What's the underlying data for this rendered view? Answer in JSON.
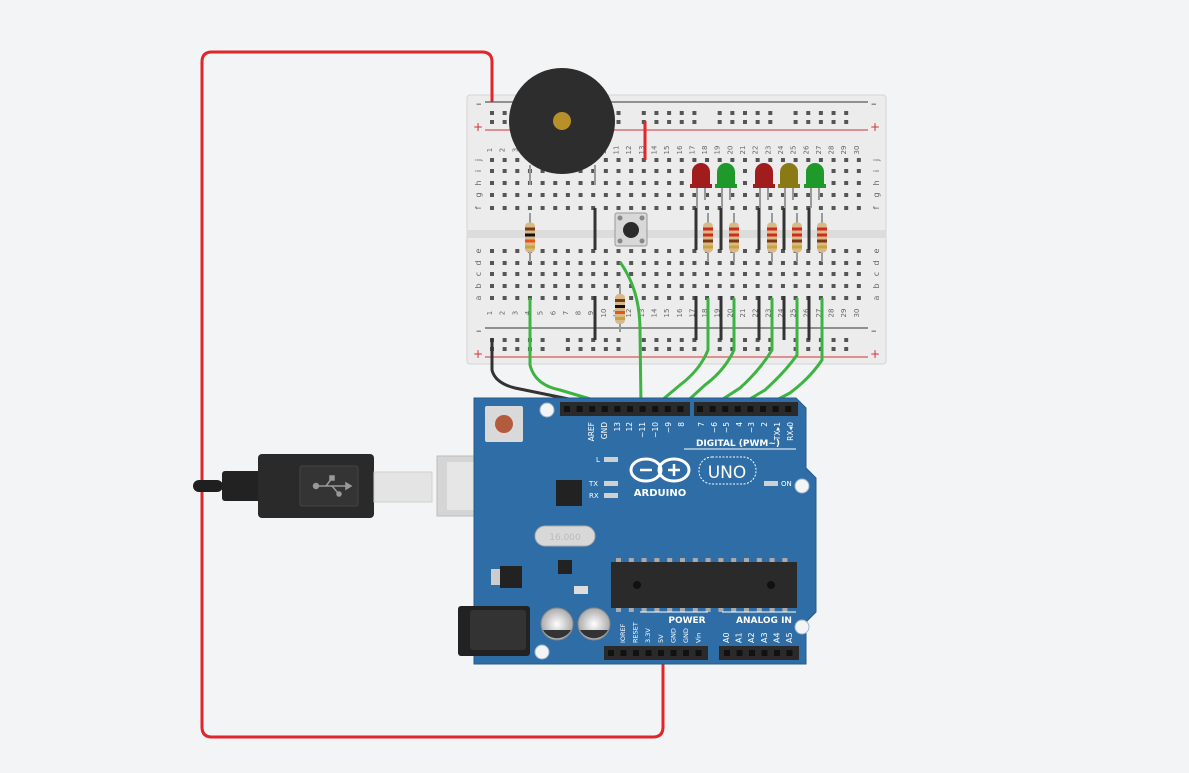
{
  "colors": {
    "canvas": "#f3f4f6",
    "board": "#2f6da6",
    "board_dark": "#1f4e7c",
    "breadboard": "#ececec",
    "wire_red": "#e0262a",
    "wire_green": "#3db342",
    "wire_black": "#333333",
    "led_red": "#a11d1d",
    "led_green": "#1f9a2a",
    "led_yellow": "#8a7a16"
  },
  "breadboard": {
    "column_numbers": [
      "1",
      "2",
      "3",
      "4",
      "5",
      "6",
      "7",
      "8",
      "9",
      "10",
      "11",
      "12",
      "13",
      "14",
      "15",
      "16",
      "17",
      "18",
      "19",
      "20",
      "21",
      "22",
      "23",
      "24",
      "25",
      "26",
      "27",
      "28",
      "29",
      "30"
    ],
    "row_letters_top": [
      "j",
      "i",
      "h",
      "g",
      "f"
    ],
    "row_letters_bottom": [
      "e",
      "d",
      "c",
      "b",
      "a"
    ],
    "rail_plus": "+",
    "rail_minus": "–"
  },
  "arduino": {
    "brand": "ARDUINO",
    "model": "UNO",
    "digital_header": "DIGITAL (PWM~)",
    "power_header": "POWER",
    "analog_header": "ANALOG IN",
    "digital_pins": [
      "AREF",
      "GND",
      "13",
      "12",
      "~11",
      "~10",
      "~9",
      "8",
      "7",
      "~6",
      "~5",
      "4",
      "~3",
      "2",
      "TX▸1",
      "RX◂0"
    ],
    "power_pins": [
      "IOREF",
      "RESET",
      "3.3V",
      "5V",
      "GND",
      "GND",
      "Vin"
    ],
    "analog_pins": [
      "A0",
      "A1",
      "A2",
      "A3",
      "A4",
      "A5"
    ],
    "led_labels": {
      "l": "L",
      "tx": "TX",
      "rx": "RX",
      "on": "ON"
    },
    "crystal": "16.000"
  },
  "leds": [
    {
      "color": "red"
    },
    {
      "color": "green"
    },
    {
      "color": "red"
    },
    {
      "color": "yellow"
    },
    {
      "color": "green"
    }
  ]
}
